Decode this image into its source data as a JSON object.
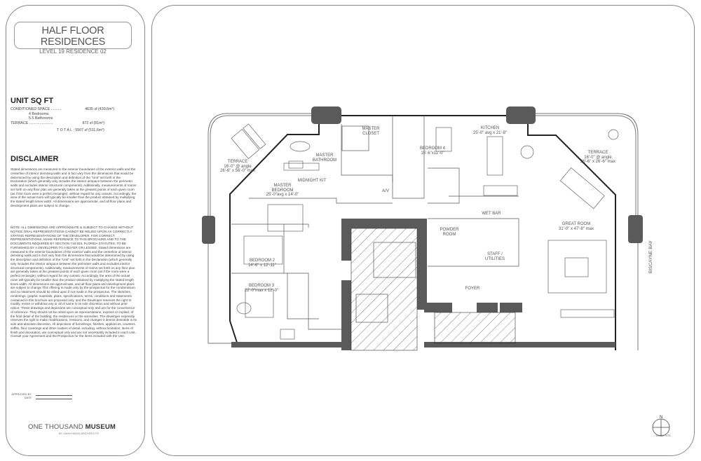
{
  "header": {
    "title": "HALF FLOOR RESIDENCES",
    "subtitle": "LEVEL 19 RESIDENCE 02"
  },
  "unit_sq_ft": {
    "heading": "UNIT SQ FT",
    "conditioned_label": "CONDITIONED SPACE ..........",
    "conditioned_value": "4635 sf (430,6m²)",
    "bedrooms": "4    Bedrooms",
    "bathrooms": "5.5  Bathrooms",
    "terrace_label": "TERRACE .......................",
    "terrace_value": "872 sf (81m²)",
    "total": "T O T A L : 5507 sf (511,6m²)"
  },
  "disclaimer": {
    "heading": "DISCLAIMER",
    "p1": "Stated dimensions are measured to the exterior boundaries of the exterior walls and the centerline of interior demising walls and in fact vary from the dimensions that would be determined by using the description and definition of the \"Unit\" set forth in the Declaration (which generally only includes the interior airspace between the perimeter walls and excludes interior structural components). Additionally, measurements of rooms set forth on any floor plan are generally taken at the greatest points of each given room (as if the room were a perfect rectangle), without regard for any cutouts. Accordingly, the area of the actual room will typically be smaller than the product obtained by multiplying the stated length times width. All dimensions are approximate, and all floor plans and development plans are subject to change.",
    "p2": "NOTE: ALL DIMENSIONS ARE APPROXIMATE & SUBJECT TO CHANGE WITHOUT NOTICE.ORAL REPRESENTATIONS CANNOT BE RELIED UPON AS CORRECTLY STATING REPRESENTATIONS OF THE DEVELOPER. FOR CORRECT REPRESENTATIONS, MAKE REFERENCE TO THIS BROCHURE AND TO THE DOCUMENTS REQUIRED BY SECTION 718.503, FLORIDA STATUTES, TO BE FURNISHED BY A DEVELOPER TO A BUYER OR LESSEE. Stated dimensions are measured to the exterior boundaries of the exterior walls and the centerline of interior demising walls and in fact vary from the dimensions that would be determined by using the description and definition of the \"Unit\" set forth in the Declaration (which generally only includes the interior airspace between the perimeter walls and excludes interior structural components). Additionally, measurements of rooms set forth on any floor plan are generally taken at the greatest points of each given room (as if the room were a perfect rectangle), without regard for any cutouts. Accordingly, the area of the actual room will typically be smaller than the product obtained by multiplying the stated length times width. All dimensions are approximate, and all floor plans and development plans are subject to change This offering is made only by the prospectus for the condominium and no statement should be relied upon if not made in the prospectus. The sketches, renderings, graphic materials, plans, specifications, terms, conditions and statements contained in this brochure are proposed only, and the Developer reserves the right to modify, revise or withdraw any or all of same in its sole discretion and without prior notice. These drawings and depictions are conceptual only and are for the convenience of reference. They should not be relied upon as representations, express or implied, of the final detail of the building, the residences or the amenities. The developer expressly reserves the right to make modifications, revisions, and changes it deems desirable in its sole and absolute discretion. All depictions of furnishings, finishes, appliances, counters, soffits, floor coverings and other matters of detail, including, without limitation, items of finish and decoration, are conceptual only and are not necessarily included in each Unit. Consult your Agreement and the Prospectus for the items included with the Unit."
  },
  "approval": {
    "approved_by": "APPROVED BY",
    "date": "DATE"
  },
  "brand": {
    "name_light": "ONE THOUSAND ",
    "name_bold": "MUSEUM",
    "sub": "BY ZAHA HADID ARCHITECTS"
  },
  "rooms": {
    "terrace_left": {
      "name": "TERRACE",
      "dim1": "16'-0\" @ angle",
      "dim2": "26'-6\" x 56'-0\" max"
    },
    "master_bathroom": {
      "name1": "MASTER",
      "name2": "BATHROOM"
    },
    "master_closet": {
      "name1": "MASTER",
      "name2": "CLOSET"
    },
    "bedroom4": {
      "name": "BEDROOM 4",
      "dim": "15'-6\"x11'-0\""
    },
    "kitchen": {
      "name": "KITCHEN",
      "dim": "25'-0\" avg x 21'-8\""
    },
    "terrace_right": {
      "name": "TERRACE",
      "dim1": "16'-0\" @ angle",
      "dim2": "26'-6\" x 26'-6\" max"
    },
    "midnight_kit": "MIDNIGHT KIT",
    "av": "A/V",
    "master_bedroom": {
      "name1": "MASTER",
      "name2": "BEDROOM",
      "dim": "25'-0\"avg x 14'-0\""
    },
    "wet_bar": "WET BAR",
    "powder_room": {
      "name1": "POWDER",
      "name2": "ROOM"
    },
    "bedroom2": {
      "name": "BEDROOM 2",
      "dim": "14'-6\" x 12'-11\""
    },
    "bedroom3": {
      "name": "BEDROOM 3",
      "dim": "22'-0\"max x 12'-0\""
    },
    "staff": {
      "name1": "STAFF /",
      "name2": "UTILITIES"
    },
    "great_room": {
      "name": "GREAT ROOM",
      "dim": "31'-0\" x 47'-8\" max"
    },
    "foyer": "FOYER"
  },
  "view_label": "BISCAYNE BAY",
  "compass": {
    "north": "N",
    "scale": "SCALE: NTS"
  },
  "colors": {
    "wall": "#555555",
    "column": "#5a5a5a",
    "line": "#444444"
  }
}
